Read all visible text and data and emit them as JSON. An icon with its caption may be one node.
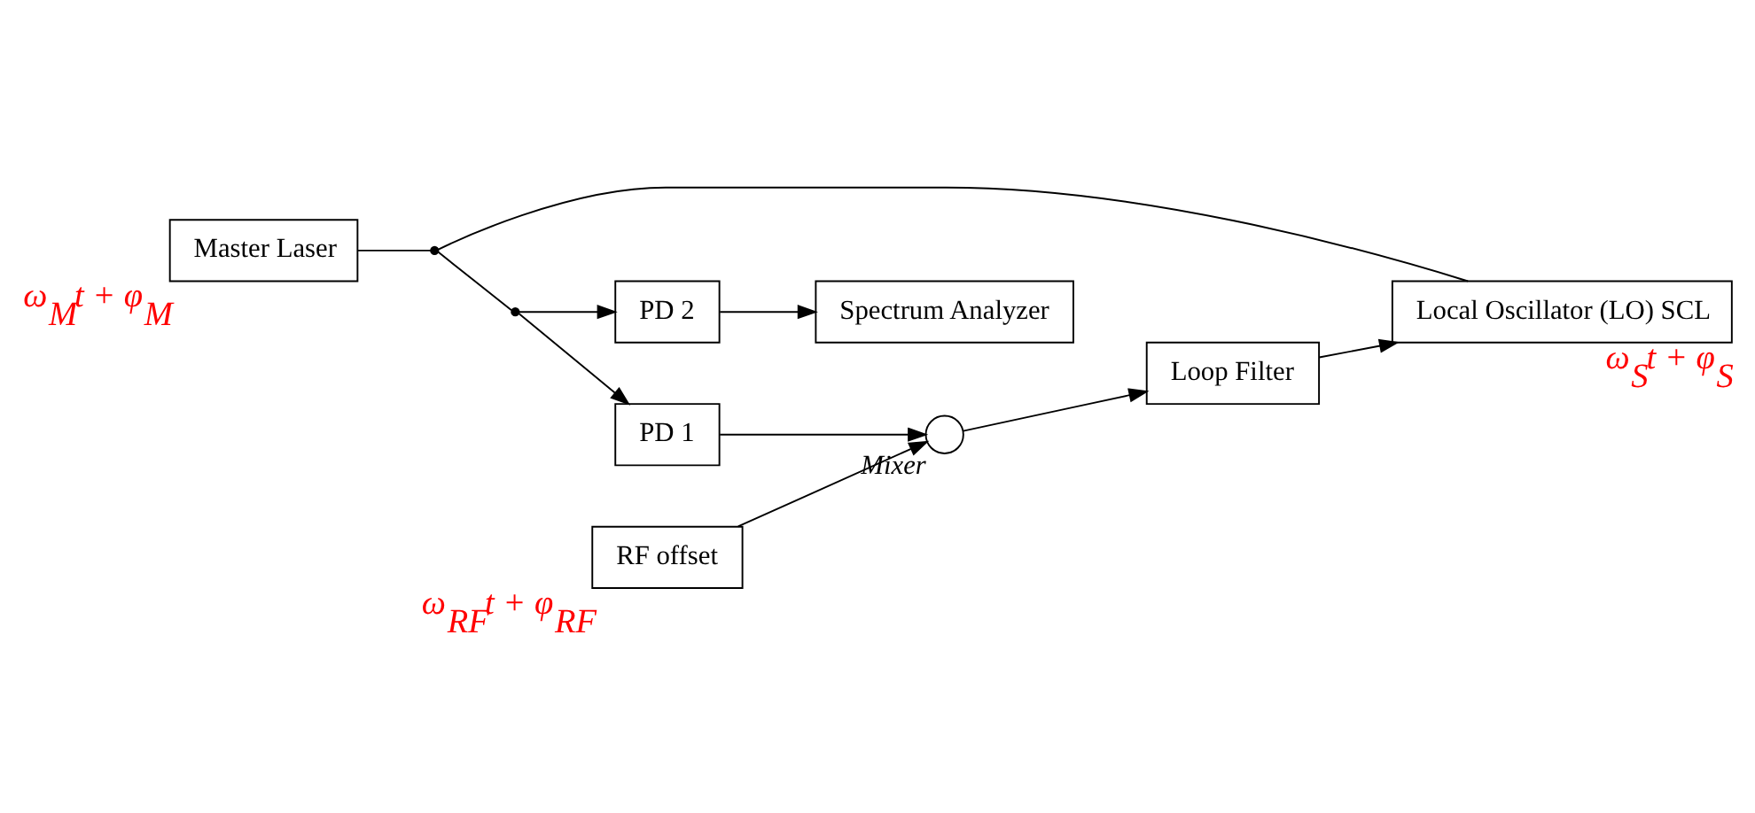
{
  "diagram": {
    "nodes": [
      {
        "text": [
          "Master Laser"
        ],
        "beside": [
          "ω$_{M}$t + φ$_{M}$"
        ]
      },
      {
        "text": [
          "Local Oscillator (LO) SCL"
        ],
        "beside": [
          "ω$_{S}$t + φ$_{S}$"
        ]
      },
      {
        "text": [],
        "shape": "point"
      },
      {
        "text": [],
        "shape": "point"
      },
      {
        "text": [
          "PD 2"
        ]
      },
      {
        "text": [
          "Spectrum Analyzer"
        ]
      },
      {
        "text": [
          "PD 1"
        ]
      },
      {
        "text": [],
        "shape": "circle",
        "beside": [
          "Mixer"
        ]
      },
      {
        "text": [
          "Loop Filter"
        ]
      },
      {
        "text": [
          "RF offset"
        ],
        "beside": [
          "ω$_{RF}$t + φ$_{RF}$"
        ]
      }
    ],
    "edges": [
      {
        "from": 0,
        "to": 2,
        "arrow": "none"
      },
      {
        "from": 1,
        "to": 2,
        "arrow": "none"
      },
      {
        "from": 2,
        "to": 3,
        "arrow": "none"
      },
      {
        "from": 3,
        "to": 4,
        "arrow": "to"
      },
      {
        "from": 3,
        "to": 6,
        "arrow": "to"
      },
      {
        "from": 4,
        "to": 5,
        "arrow": "to"
      },
      {
        "from": 6,
        "to": 7,
        "arrow": "to"
      },
      {
        "from": 9,
        "to": 7,
        "arrow": "to"
      },
      {
        "from": 7,
        "to": 8,
        "arrow": "to"
      },
      {
        "from": 8,
        "to": 1,
        "arrow": "to"
      }
    ]
  }
}
